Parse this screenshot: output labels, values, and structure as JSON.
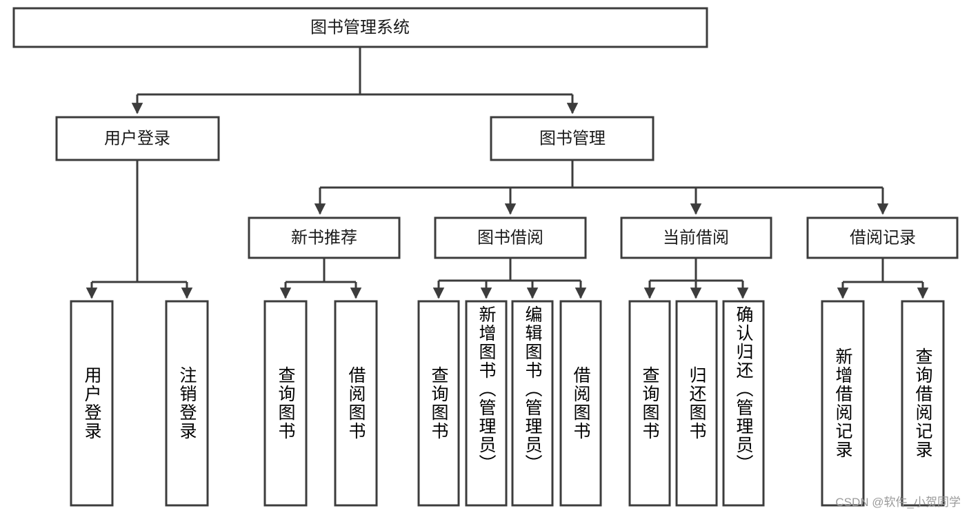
{
  "diagram": {
    "title": "图书管理系统",
    "type": "tree-hierarchy",
    "orientation": "top-down",
    "colors": {
      "box_stroke": "#3c3c3c",
      "box_fill": "#ffffff",
      "edge": "#3c3c3c",
      "text": "#1a1a1a",
      "watermark": "#9a9a9a",
      "background": "#ffffff"
    },
    "root": {
      "label": "图书管理系统"
    },
    "level2": [
      {
        "label": "用户登录"
      },
      {
        "label": "图书管理"
      }
    ],
    "level3": [
      {
        "label": "新书推荐"
      },
      {
        "label": "图书借阅"
      },
      {
        "label": "当前借阅"
      },
      {
        "label": "借阅记录"
      }
    ],
    "leaves": {
      "user_login": [
        {
          "label": "用户登录"
        },
        {
          "label": "注销登录"
        }
      ],
      "new_book_recommend": [
        {
          "label": "查询图书"
        },
        {
          "label": "借阅图书"
        }
      ],
      "book_borrow": [
        {
          "label": "查询图书"
        },
        {
          "label": "新增图书（管理员）"
        },
        {
          "label": "编辑图书（管理员）"
        },
        {
          "label": "借阅图书"
        }
      ],
      "current_borrow": [
        {
          "label": "查询图书"
        },
        {
          "label": "归还图书"
        },
        {
          "label": "确认归还（管理员）"
        }
      ],
      "borrow_record": [
        {
          "label": "新增借阅记录"
        },
        {
          "label": "查询借阅记录"
        }
      ]
    }
  },
  "watermark": {
    "text": "CSDN @软件_小贺同学"
  }
}
